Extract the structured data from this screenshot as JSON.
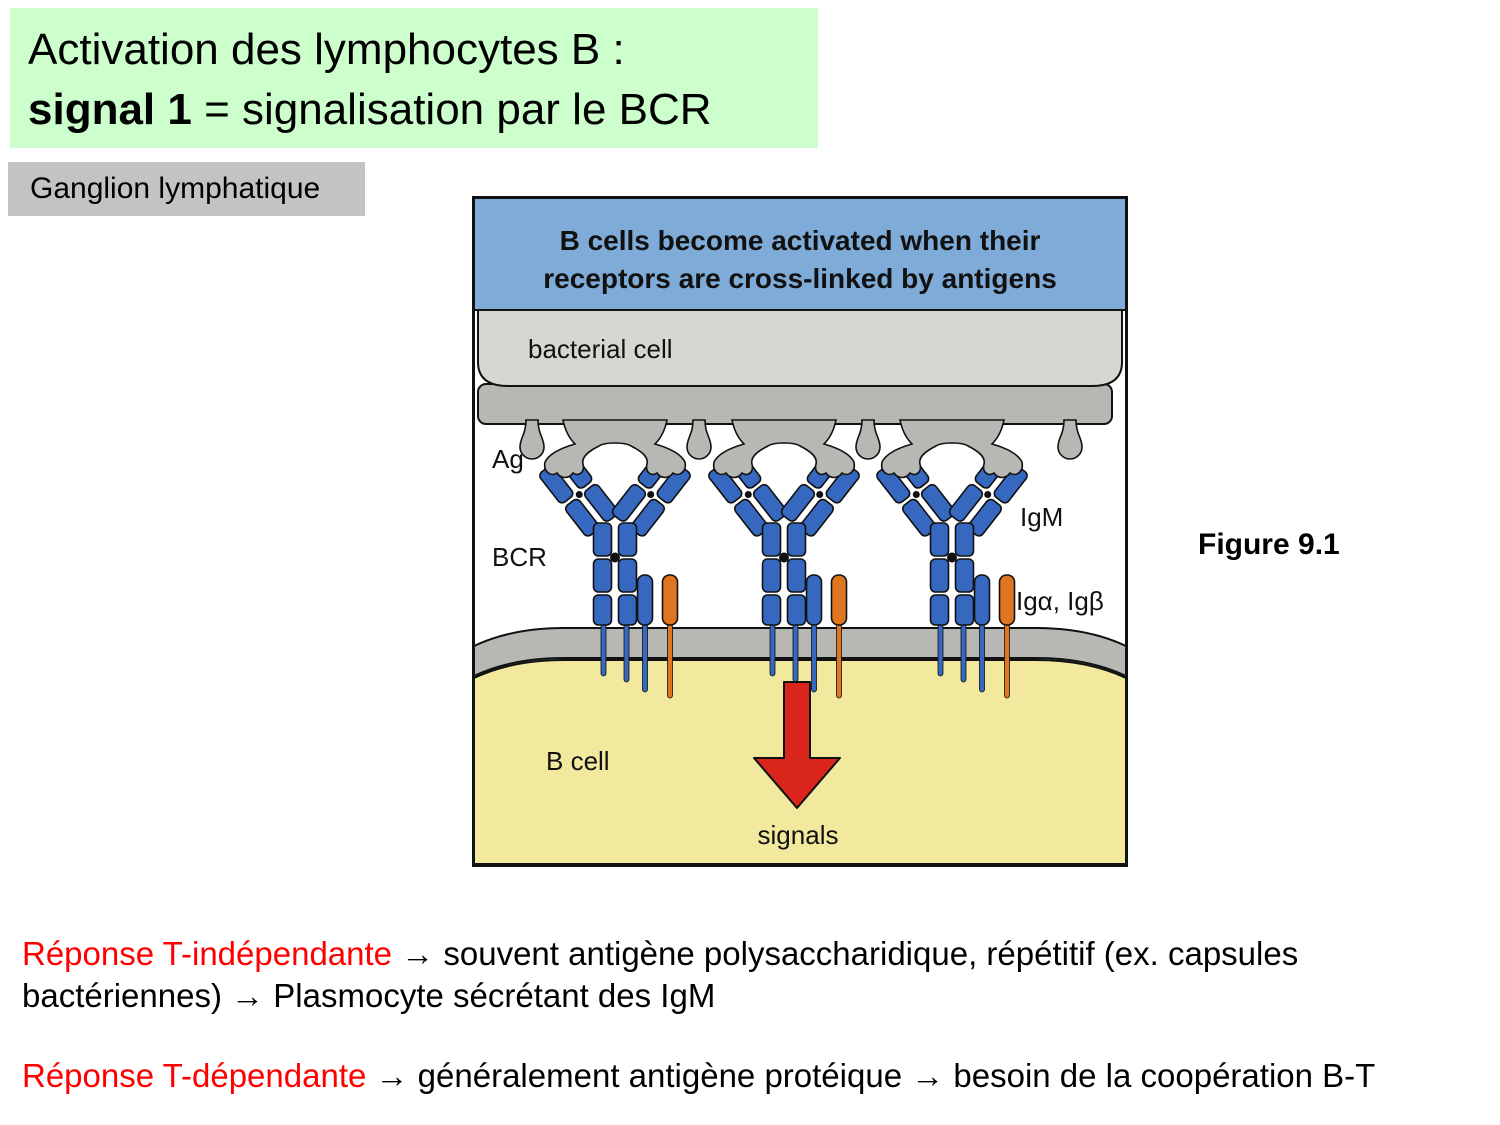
{
  "title": {
    "line1": "Activation des lymphocytes B :",
    "line2_bold": "signal 1",
    "line2_rest": " = signalisation par le BCR"
  },
  "tag": {
    "label": "Ganglion lymphatique"
  },
  "figure": {
    "header_line1": "B cells become activated when their",
    "header_line2": "receptors are cross-linked by antigens",
    "labels": {
      "bacterial_cell": "bacterial cell",
      "ag": "Ag",
      "bcr": "BCR",
      "igm": "IgM",
      "igab": "Igα, Igβ",
      "b_cell": "B cell",
      "signals": "signals"
    },
    "caption": "Figure 9.1"
  },
  "notes": {
    "p1_red": "Réponse T-indépendante",
    "p1_line1_rest": " → souvent antigène polysaccharidique, répétitif (ex. capsules",
    "p1_line2": "bactériennes) → Plasmocyte sécrétant des IgM",
    "p2_red": "Réponse T-dépendante",
    "p2_rest": " → généralement antigène protéique → besoin de la coopération B-T"
  },
  "colors": {
    "green-bg": "#ccffcc",
    "tag-bg": "#c3c3c3",
    "header-blue": "#7fabd8",
    "cell-lightgray": "#d7d7d2",
    "antigen-gray": "#b7b7b3",
    "bcell-yellow": "#f2e99e",
    "ig-blue": "#3568be",
    "ig-orange": "#e0751f",
    "arrow-red": "#da251d",
    "red-text": "#ff0000"
  }
}
